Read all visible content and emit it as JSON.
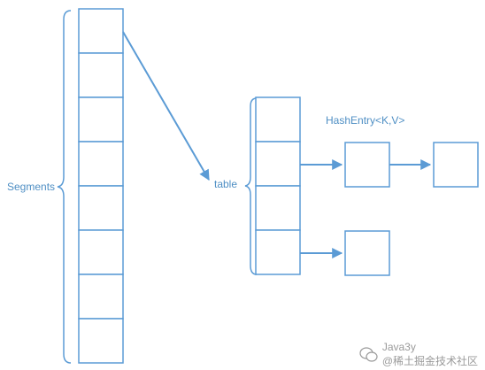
{
  "labels": {
    "segments": "Segments",
    "table": "table",
    "hashentry": "HashEntry<K,V>"
  },
  "watermark": {
    "line1": "Java3y",
    "line2": "@稀土掘金技术社区"
  },
  "segments_count": 8,
  "table_count": 4,
  "colors": {
    "stroke": "#5b9bd5",
    "text": "#4f8fc4",
    "watermark": "#9a9a9a"
  },
  "icons": [
    "wechat-icon"
  ]
}
